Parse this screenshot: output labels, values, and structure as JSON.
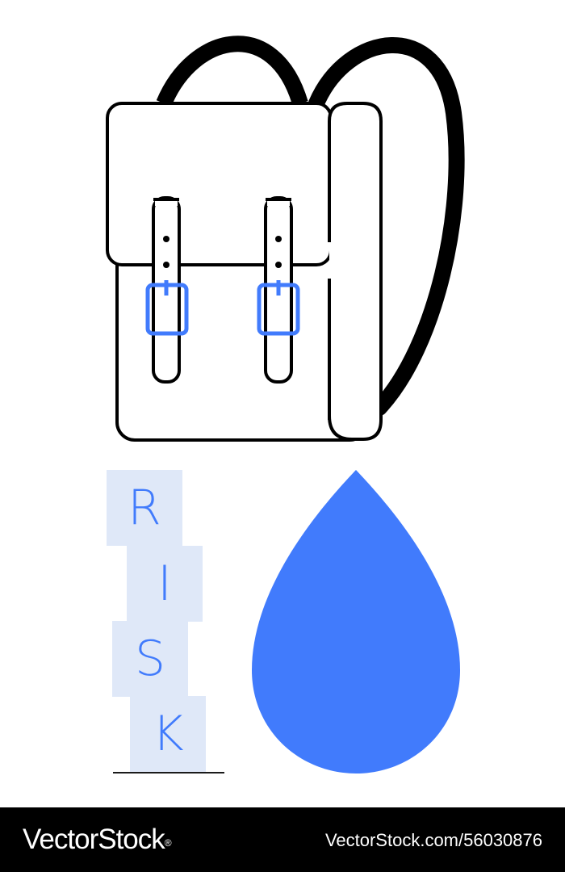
{
  "colors": {
    "accent_blue": "#417bfc",
    "block_fill": "#dfe8f8",
    "outline": "#000000",
    "footer_bg": "#000000",
    "footer_text": "#ffffff"
  },
  "illustration": {
    "backpack_icon": "backpack-icon",
    "water_drop_icon": "water-drop-icon"
  },
  "risk_blocks": {
    "letters": [
      "R",
      "I",
      "S",
      "K"
    ]
  },
  "footer": {
    "logo_text": "VectorStock",
    "logo_mark": "®",
    "image_id": "VectorStock.com/56030876"
  }
}
